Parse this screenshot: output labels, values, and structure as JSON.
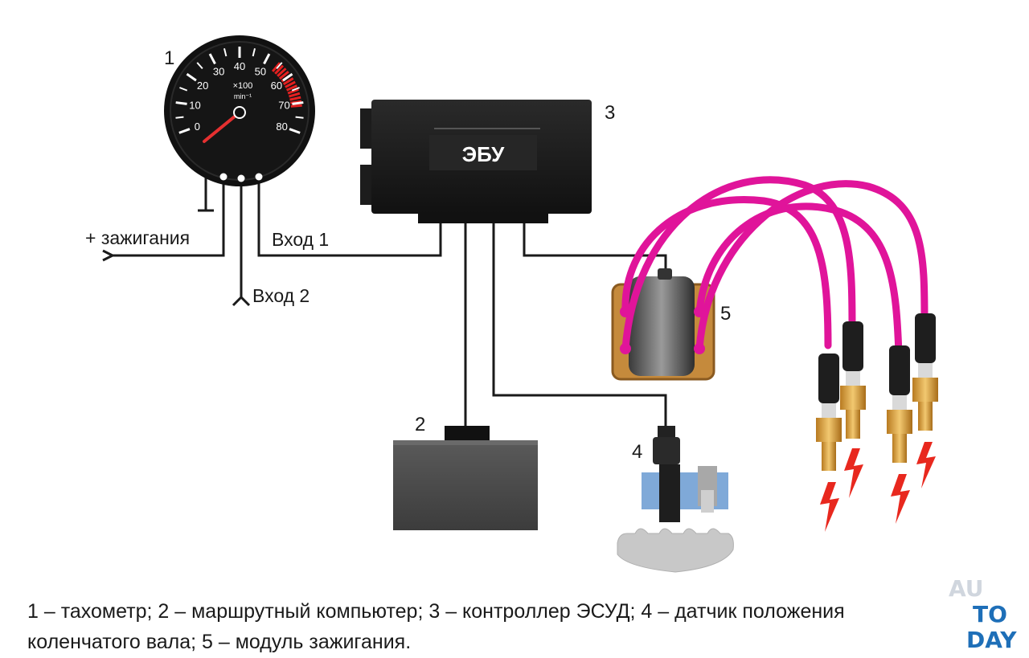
{
  "components": {
    "tachometer": {
      "number": "1",
      "dial_labels": [
        "0",
        "10",
        "20",
        "30",
        "40",
        "50",
        "60",
        "70",
        "80"
      ],
      "unit_line1": "×100",
      "unit_line2": "min⁻¹"
    },
    "route_computer": {
      "number": "2"
    },
    "controller": {
      "number": "3",
      "label": "ЭБУ"
    },
    "crank_sensor": {
      "number": "4"
    },
    "ignition_module": {
      "number": "5"
    }
  },
  "wire_labels": {
    "ignition_plus": "+ зажигания",
    "input1": "Вход 1",
    "input2": "Вход 2"
  },
  "caption": {
    "line1": "1 – тахометр; 2 – маршрутный компьютер; 3 – контроллер ЭСУД; 4 – датчик положения",
    "line2": "коленчатого вала; 5 – модуль зажигания."
  },
  "watermark": {
    "line1": "AU",
    "line2": "TO",
    "line3": "DAY"
  },
  "colors": {
    "wire_pink": "#e0149a",
    "redline": "#e52020",
    "needle": "#e53030",
    "spark": "#e8281e",
    "ecu_body": "#1c1c1c",
    "computer_body": "#4d4d4d",
    "sensor_blue": "#7fa9d8",
    "plug_brass": "#d8a040",
    "watermark_blue": "#1e6fb8"
  }
}
